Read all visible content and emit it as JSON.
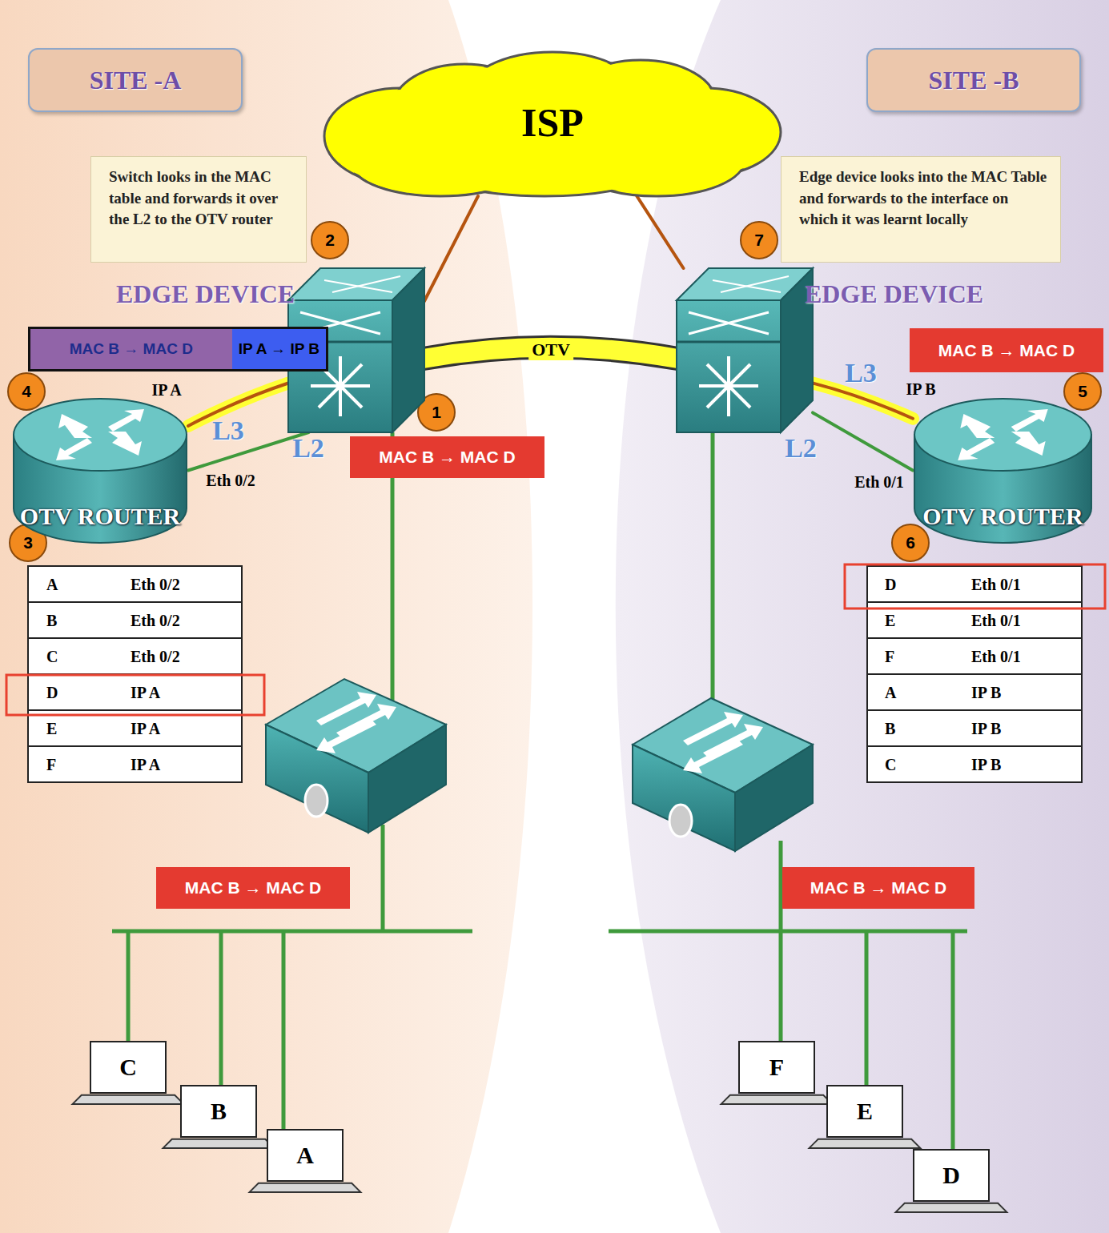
{
  "diagram": {
    "nodes": [
      {
        "text": [
          "SITE -A"
        ]
      },
      {
        "text": [
          "SITE -B"
        ]
      },
      {
        "text": [
          "ISP"
        ]
      },
      {
        "text": [
          "Switch looks in the MAC table and forwards it over the L2 to the OTV router"
        ]
      },
      {
        "text": [
          "Edge device looks into the MAC Table and forwards to the interface on which it was learnt locally"
        ]
      },
      {
        "text": [
          "EDGE DEVICE"
        ]
      },
      {
        "text": [
          "EDGE DEVICE"
        ]
      },
      {
        "text": [
          "MAC B → MAC D",
          "IP A → IP B"
        ]
      },
      {
        "text": [
          "MAC B → MAC D"
        ]
      },
      {
        "text": [
          "OTV ROUTER"
        ]
      },
      {
        "text": [
          "OTV ROUTER"
        ]
      },
      {
        "text": [
          "MAC B → MAC D"
        ]
      },
      {
        "text": [
          "MAC B → MAC D"
        ]
      },
      {
        "text": [
          "MAC B → MAC D"
        ]
      },
      {
        "text": [
          "C"
        ]
      },
      {
        "text": [
          "B"
        ]
      },
      {
        "text": [
          "A"
        ]
      },
      {
        "text": [
          "F"
        ]
      },
      {
        "text": [
          "E"
        ]
      },
      {
        "text": [
          "D"
        ]
      }
    ],
    "edges": [
      {
        "from": 2,
        "to": 5,
        "arrow": "none"
      },
      {
        "from": 2,
        "to": 6,
        "arrow": "none"
      },
      {
        "from": 5,
        "to": 6,
        "label": "OTV",
        "arrow": "none"
      },
      {
        "from": 5,
        "to": 9,
        "label": "L3",
        "arrow": "none"
      },
      {
        "from": 5,
        "to": 9,
        "label": "L2",
        "arrow": "none"
      },
      {
        "from": 6,
        "to": 10,
        "label": "L3",
        "arrow": "none"
      },
      {
        "from": 6,
        "to": 10,
        "label": "L2",
        "arrow": "none"
      }
    ],
    "labels": [
      "2",
      "7",
      "4",
      "5",
      "IP A",
      "IP B",
      "1",
      "Eth 0/2",
      "Eth 0/1",
      "3",
      "6",
      "A",
      "Eth 0/2",
      "B",
      "Eth 0/2",
      "C",
      "Eth 0/2",
      "D",
      "IP A",
      "E",
      "IP A",
      "F",
      "IP A",
      "D",
      "Eth 0/1",
      "E",
      "Eth 0/1",
      "F",
      "Eth 0/1",
      "A",
      "IP B",
      "B",
      "IP B",
      "C",
      "IP B"
    ]
  }
}
